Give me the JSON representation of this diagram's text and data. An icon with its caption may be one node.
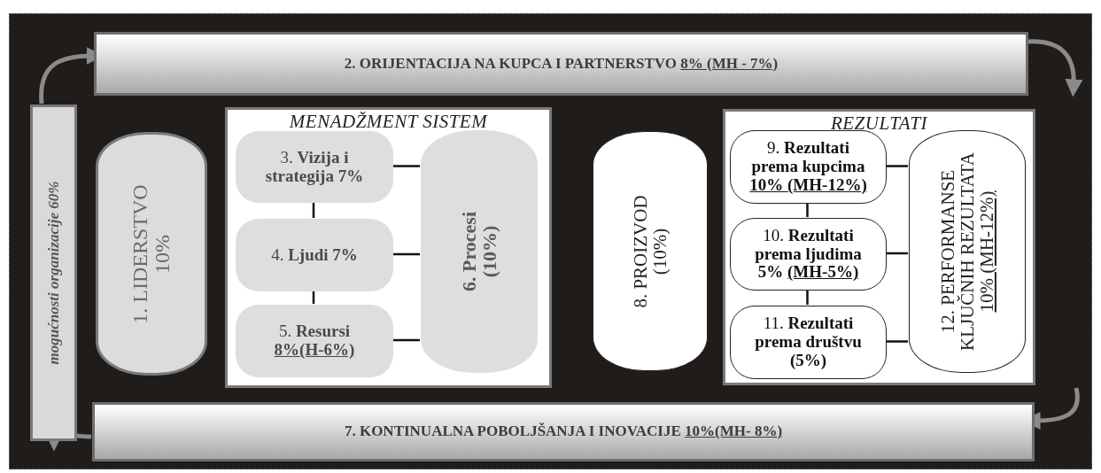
{
  "diagram": {
    "nodes": [
      {
        "text": [
          "2. ORIJENTACIJA NA KUPCA I PARTNERSTVO",
          "8% (MH - 7%)"
        ]
      },
      {
        "text": [
          "mogućnosti organizacije 60%"
        ]
      },
      {
        "text": [
          "1. LIDERSTVO 10%"
        ]
      },
      {
        "text": [
          "MENADŽMENT SISTEM"
        ]
      },
      {
        "text": [
          "3. **Vizija i strategija 7%**"
        ],
        "in": 3
      },
      {
        "text": [
          "4. **Ljudi 7%**"
        ],
        "in": 3
      },
      {
        "text": [
          "5. **Resursi**",
          "8%(H-6%)"
        ],
        "in": 3
      },
      {
        "text": [
          "6. Procesi (10%)"
        ],
        "in": 3
      },
      {
        "text": [
          "8. PROIZVOD (10%)"
        ]
      },
      {
        "text": [
          "REZULTATI"
        ]
      },
      {
        "text": [
          "9. **Rezultati prema kupcima**",
          "10% (MH-12%)"
        ],
        "in": 9
      },
      {
        "text": [
          "10. **Rezultati prema ljudima 5%**",
          "(MH-5%)"
        ],
        "in": 9
      },
      {
        "text": [
          "11. **Rezultati prema društvu (5%)**"
        ],
        "in": 9
      },
      {
        "text": [
          "12. PERFORMANSE KLJUČNIH REZULTATA",
          "10% (MH-12%)"
        ],
        "in": 9
      },
      {
        "text": [
          "7. KONTINUALNA POBOLJŠANJA I INOVACIJE",
          "10%(MH- 8%)"
        ]
      }
    ],
    "edges": [
      {
        "from": 1,
        "to": 0,
        "arrow": "to",
        "style": "thick",
        "color": "#8a8a8a"
      },
      {
        "from": 0,
        "to": null,
        "arrow": "to",
        "style": "thick",
        "color": "#8a8a8a"
      },
      {
        "from": null,
        "to": 14,
        "arrow": "to",
        "style": "thick",
        "color": "#8a8a8a"
      },
      {
        "from": 14,
        "to": 1,
        "arrow": "to",
        "style": "thick",
        "color": "#8a8a8a"
      },
      {
        "from": 4,
        "to": 5,
        "arrow": "none"
      },
      {
        "from": 5,
        "to": 6,
        "arrow": "none"
      },
      {
        "from": 4,
        "to": 7,
        "arrow": "none"
      },
      {
        "from": 5,
        "to": 7,
        "arrow": "none"
      },
      {
        "from": 6,
        "to": 7,
        "arrow": "none"
      },
      {
        "from": 10,
        "to": 11,
        "arrow": "none"
      },
      {
        "from": 11,
        "to": 12,
        "arrow": "none"
      },
      {
        "from": 10,
        "to": 13,
        "arrow": "none"
      },
      {
        "from": 11,
        "to": 13,
        "arrow": "none"
      },
      {
        "from": 12,
        "to": 13,
        "arrow": "none"
      }
    ]
  }
}
